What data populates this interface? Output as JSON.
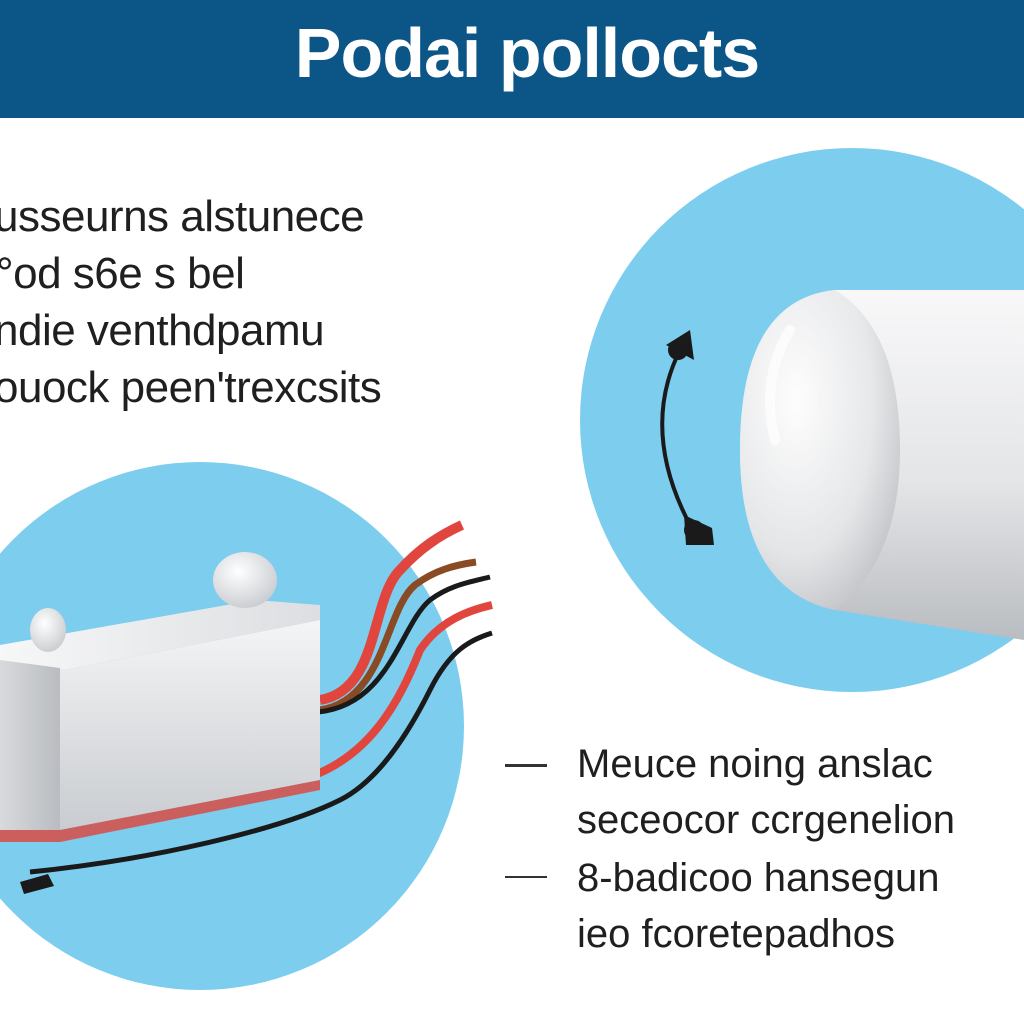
{
  "header": {
    "title": "Podai pollocts"
  },
  "intro": {
    "lines": [
      "usseurns alstunece",
      "°od  s6e  s  bel",
      "ndie  ᴠenthdpamu",
      "ouock  peen'trexcsits"
    ]
  },
  "bullets": [
    {
      "lines": [
        "Meuce  noing  anslac",
        "seceocor  ccrgenelion"
      ]
    },
    {
      "lines": [
        "8-badicoo  hansegun",
        "ieo  fcoretepadhos"
      ]
    }
  ],
  "colors": {
    "header_bg": "#0b5587",
    "circle_fill": "#7ccdee",
    "wire_red": "#e0463e",
    "wire_brown": "#8a4a24",
    "wire_black": "#1a1a1a",
    "device_body": "#e4e6e8"
  },
  "icons": [
    "rotation-arrow-icon",
    "battery-device-icon",
    "capsule-pod-icon"
  ]
}
